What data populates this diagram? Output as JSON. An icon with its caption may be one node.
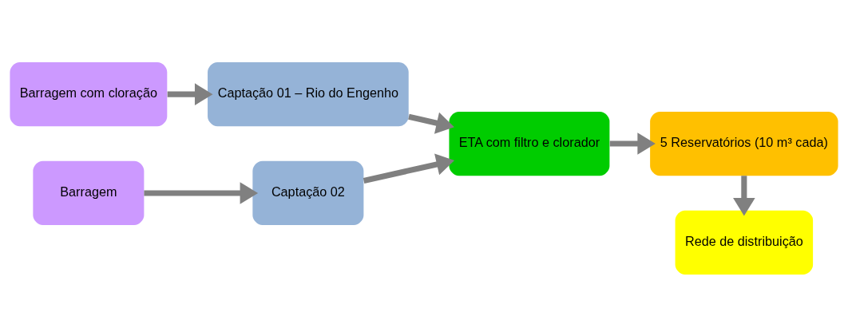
{
  "diagram": {
    "nodes": [
      {
        "text": [
          "Barragem com cloração"
        ]
      },
      {
        "text": [
          "Captação 01 – Rio do Engenho"
        ]
      },
      {
        "text": [
          "Barragem"
        ]
      },
      {
        "text": [
          "Captação 02"
        ]
      },
      {
        "text": [
          "ETA com filtro e clorador"
        ]
      },
      {
        "text": [
          "5 Reservatórios (10 m³ cada)"
        ]
      },
      {
        "text": [
          "Rede de distribuição"
        ]
      }
    ],
    "edges": [
      {
        "from": 0,
        "to": 1,
        "arrow": "to"
      },
      {
        "from": 1,
        "to": 4,
        "arrow": "to"
      },
      {
        "from": 2,
        "to": 3,
        "arrow": "to"
      },
      {
        "from": 3,
        "to": 4,
        "arrow": "to"
      },
      {
        "from": 4,
        "to": 5,
        "arrow": "to"
      },
      {
        "from": 5,
        "to": 6,
        "arrow": "to"
      }
    ]
  }
}
